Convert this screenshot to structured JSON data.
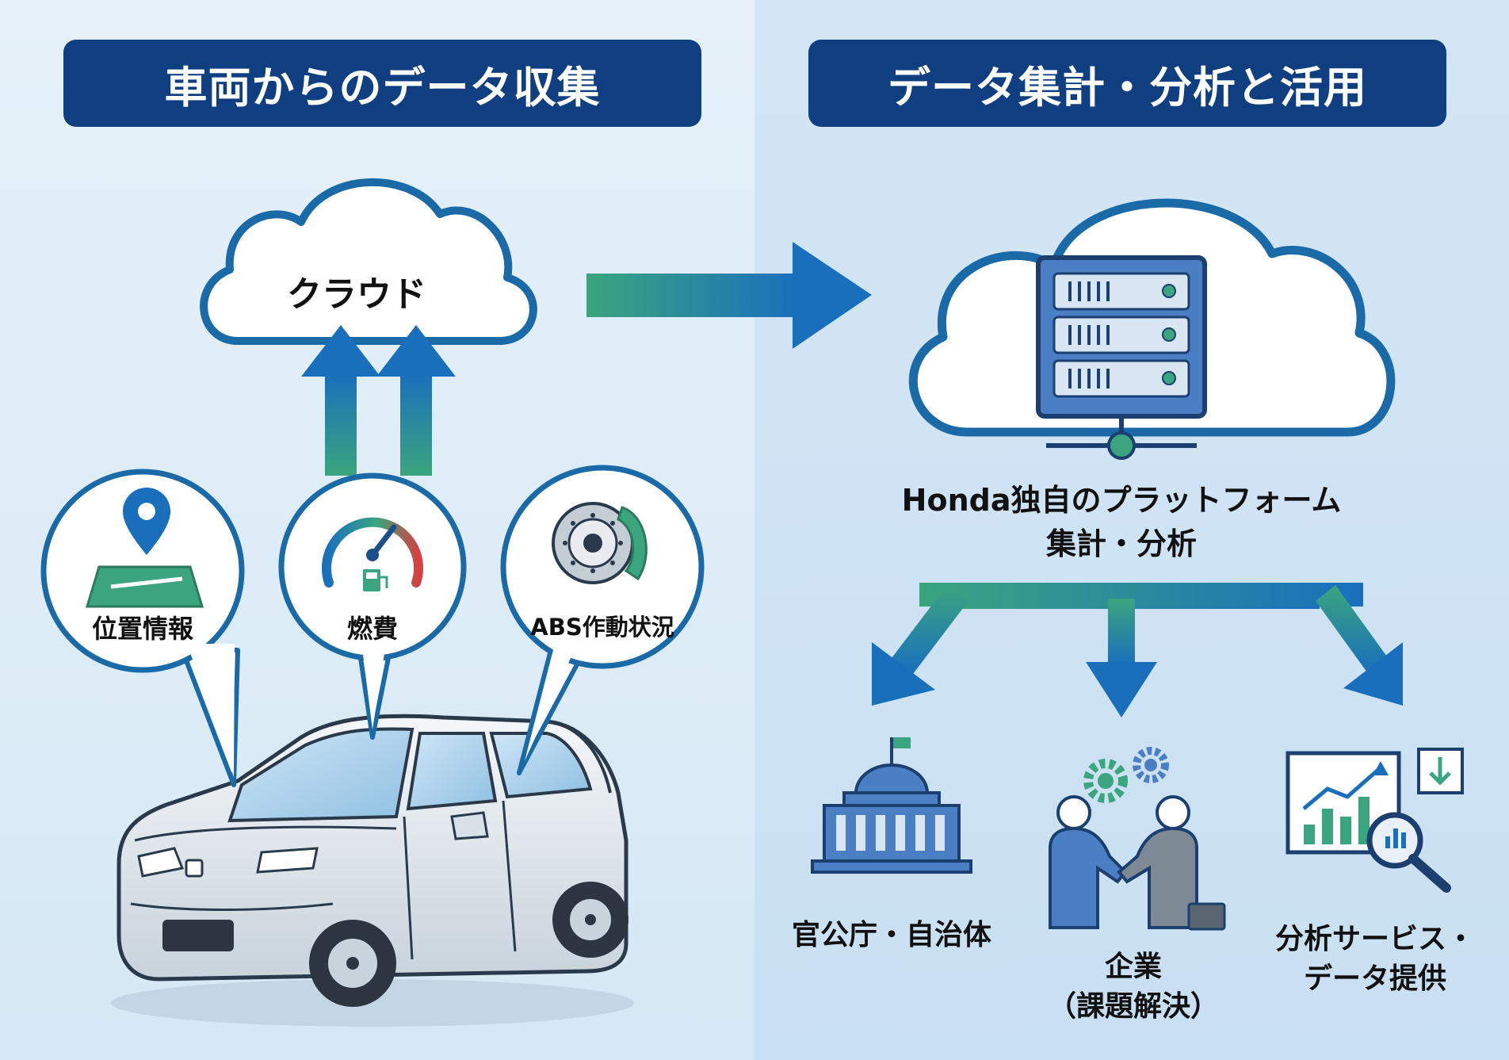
{
  "left_panel": {
    "header": "車両からのデータ収集",
    "cloud_label": "クラウド"
  },
  "right_panel": {
    "header": "データ集計・分析と活用",
    "platform_line1": "Honda独自のプラットフォーム",
    "platform_line2": "集計・分析"
  },
  "data_items": [
    {
      "label": "位置情報",
      "icon": "map-pin-icon"
    },
    {
      "label": "燃費",
      "icon": "fuel-gauge-icon"
    },
    {
      "label": "ABS作動状況",
      "icon": "brake-disc-icon"
    }
  ],
  "destinations": [
    {
      "label": "官公庁・自治体",
      "icon": "government-building-icon"
    },
    {
      "line1": "企業",
      "line2": "（課題解決）",
      "icon": "handshake-icon"
    },
    {
      "line1": "分析サービス・",
      "line2": "データ提供",
      "icon": "analytics-chart-icon"
    }
  ],
  "colors": {
    "navy": "#0f3f80",
    "cloud_outline": "#1b6aa8",
    "arrow_green": "#3aa57e",
    "arrow_blue": "#1a6fbd",
    "server_blue": "#4a7fc4",
    "car_body": "#e6ecf2"
  }
}
